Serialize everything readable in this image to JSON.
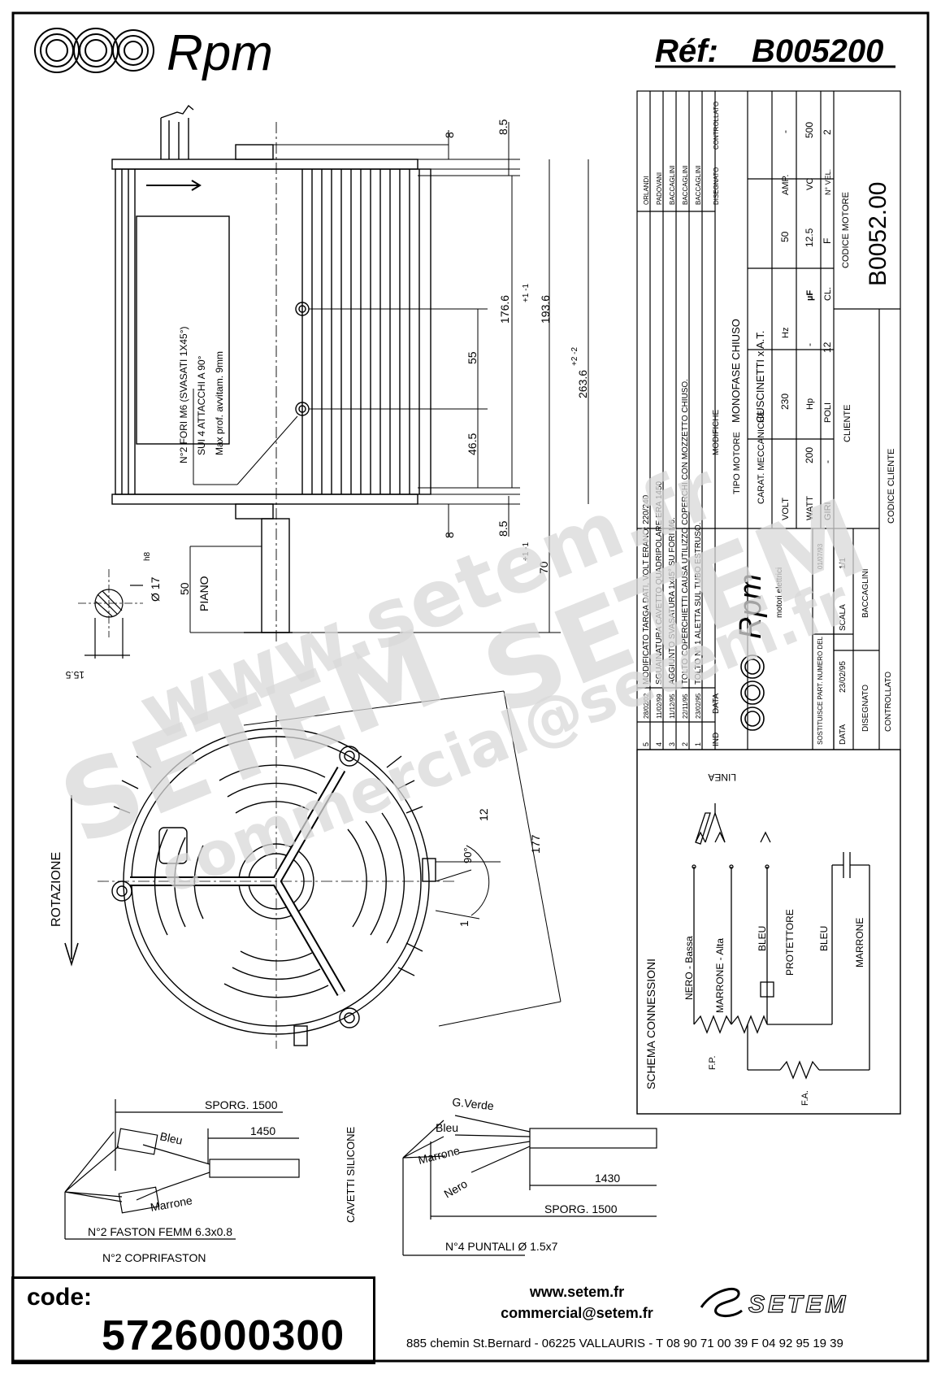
{
  "header": {
    "brand": "Rpm",
    "ref_label": "Réf:",
    "ref_value": "B005200"
  },
  "top_view": {
    "note_lines": [
      "N°2 FORI M6 (SVASATI 1X45°)",
      "SUI 4 ATTACCHI A 90°",
      "Max prof. avvitam. 9mm"
    ],
    "dims": {
      "d8_top": "8",
      "d85_top": "8.5",
      "d176": "176.6",
      "d1936": "193.6",
      "d1936_tol": "+1\n-1",
      "d2636": "263.6",
      "d2636_tol": "+2\n-2",
      "d55": "55",
      "d465": "46.5",
      "d8_bottom": "8",
      "d85_bottom": "8.5",
      "d70": "70",
      "d70_tol": "+1\n-1",
      "d50": "50",
      "piano": "PIANO",
      "shaft_dia": "Ø 17",
      "shaft_tol": "h8",
      "flat": "15.5"
    }
  },
  "bottom_view": {
    "rotazione": "ROTAZIONE",
    "d177": "177",
    "d12": "12",
    "d90": "90°",
    "d1": "1"
  },
  "cables_left": {
    "sporg": "SPORG. 1500",
    "len": "1450",
    "bleu": "Bleu",
    "marrone": "Marrone",
    "faston": "N°2 FASTON FEMM 6.3x0.8",
    "coprifaston": "N°2 COPRIFASTON",
    "cavetti": "CAVETTI SILICONE"
  },
  "cables_right": {
    "gverde": "G.Verde",
    "bleu": "Bleu",
    "marrone": "Marrone",
    "nero": "Nero",
    "len": "1430",
    "sporg": "SPORG. 1500",
    "puntali": "N°4 PUNTALI Ø 1.5x7"
  },
  "revisions": {
    "header_ind": "IND",
    "header_data": "DATA",
    "header_modifiche": "MODIFICHE",
    "rows": [
      {
        "ind": "5",
        "data": "28/02/02",
        "text": "MODIFICATO TARGA DATI, VOLT ERANO: 220/240",
        "by": "ORLANDI"
      },
      {
        "ind": "4",
        "data": "11/02/99",
        "text": "SGUAINATURA CAVETTO QUADRIPOLARE ERA 1450",
        "by": "PADOVANI"
      },
      {
        "ind": "3",
        "data": "11/12/95",
        "text": "AGGIUNTO SVASATURA 1x45° SU FORI M6.",
        "by": "BACCAGLINI"
      },
      {
        "ind": "2",
        "data": "22/11/95",
        "text": "TOLTO COPERCHIETTI CAUSA UTILIZZO COPERCHI CON MOZZETTO CHIUSO.",
        "by": "BACCAGLINI"
      },
      {
        "ind": "1",
        "data": "23/02/95",
        "text": "TOLTO N° 1 ALETTA SUL TUBO ESTRUSO.",
        "by": "BACCAGLINI"
      }
    ],
    "disegnato_label": "DISEGNATO",
    "controllato_label": "CONTROLLATO"
  },
  "motor_table": {
    "tipo_label": "TIPO MOTORE",
    "tipo_value": "MONOFASE CHIUSO",
    "carat_label": "CARAT. MECCANICHE",
    "carat_value": "CUSCINETTI x A.T.",
    "volt_label": "VOLT",
    "volt_value": "230",
    "hz_label": "Hz",
    "hz_value": "50",
    "amp_label": "AMP.",
    "amp_value": "-",
    "watt_label": "WATT",
    "watt_value": "200",
    "hp_label": "Hp",
    "hp_value": "-",
    "uf_label": "µF",
    "uf_value": "12.5",
    "vc_label": "VC",
    "vc_value": "500",
    "giri_label": "GIRI",
    "giri_value": "-",
    "poli_label": "POLI",
    "poli_value": "12",
    "cl_label": "CL.",
    "cl_value": "F",
    "nvel_label": "N° VEL.",
    "nvel_value": "2",
    "cliente_label": "CLIENTE",
    "codice_cliente_label": "CODICE CLIENTE",
    "codice_motore_label": "CODICE MOTORE",
    "codice_motore_value": "B0052.00"
  },
  "title_block": {
    "brand": "Rpm",
    "subtitle": "motori elettrici",
    "sostituisce": "SOSTITUISCE PART. NUMERO DEL",
    "sost_date": "01/07/93",
    "data_label": "DATA",
    "data_value": "23/02/95",
    "scala_label": "SCALA",
    "scala_value": "1/1",
    "disegnato_label": "DISEGNATO",
    "disegnato_value": "BACCAGLINI",
    "controllato_label": "CONTROLLATO"
  },
  "schema": {
    "title": "SCHEMA CONNESSIONI",
    "linea": "LINEA",
    "nero_bassa": "NERO - Bassa",
    "marrone_alta": "MARRONE - Alta",
    "bleu1": "BLEU",
    "protettore": "PROTETTORE",
    "bleu2": "BLEU",
    "marrone": "MARRONE",
    "fp": "F.P.",
    "fa": "F.A."
  },
  "watermark": {
    "w1": "www.setem.fr",
    "w2": "SETEM",
    "w3": "commercial@setem.fr"
  },
  "footer": {
    "code_label": "code:",
    "code_value": "5726000300",
    "website": "www.setem.fr",
    "email": "commercial@setem.fr",
    "address": "885 chemin St.Bernard  -  06225 VALLAURIS  -  T 08 90 71 00 39   F 04 92 95 19 39",
    "brand": "SETEM"
  }
}
